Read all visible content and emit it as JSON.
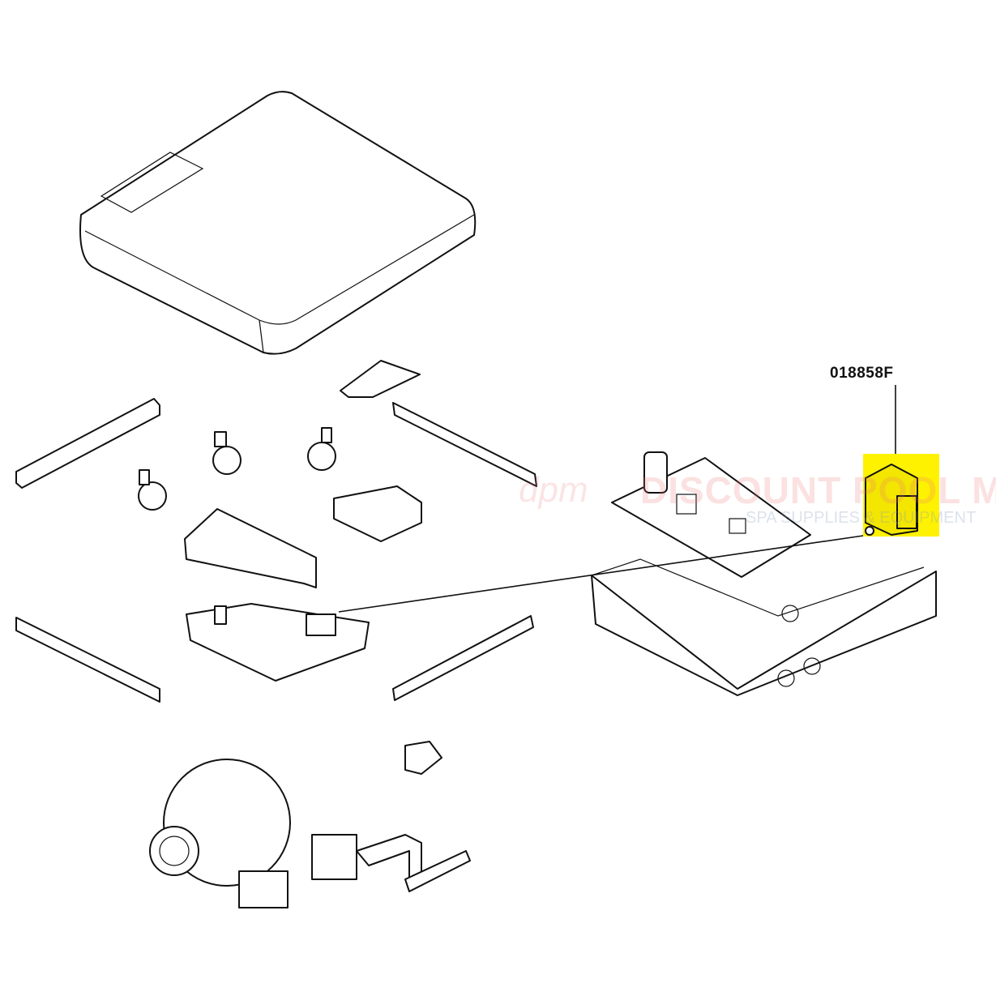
{
  "diagram": {
    "title": "Heater control parts exploded view",
    "callout": {
      "part_number": "018858F",
      "highlight_color": "#FFF200"
    },
    "watermark": {
      "logo": "dpm",
      "brand": "DISCOUNT POOL MART",
      "tagline": "SPA SUPPLIES & EQUIPMENT"
    }
  }
}
